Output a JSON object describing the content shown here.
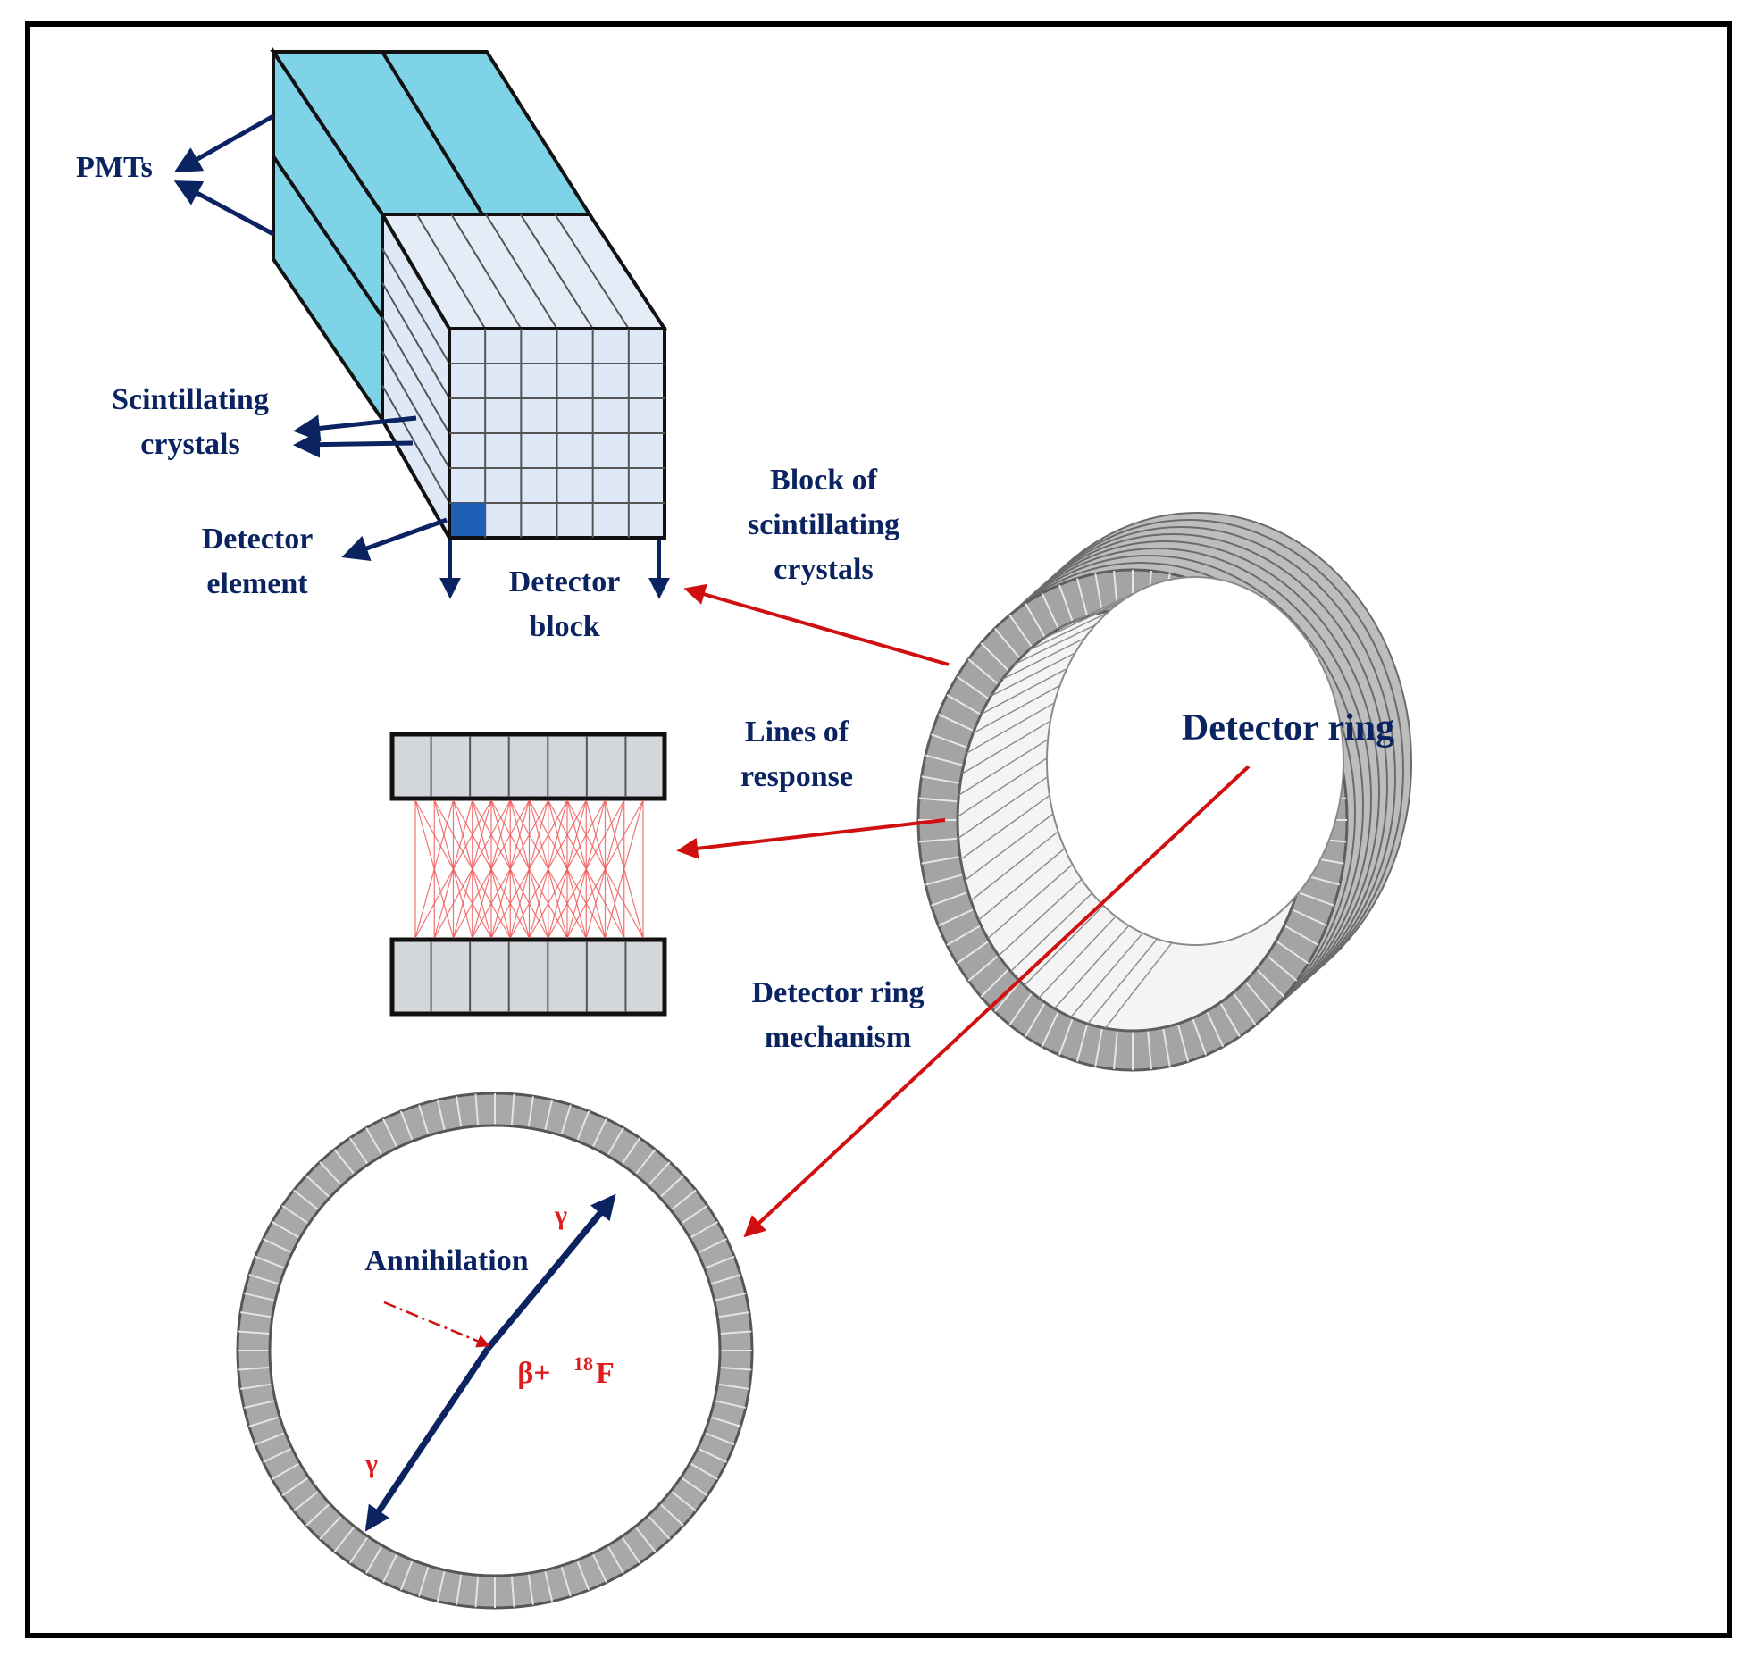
{
  "labels": {
    "pmts": "PMTs",
    "scint_1": "Scintillating",
    "scint_2": "crystals",
    "det_elem_1": "Detector",
    "det_elem_2": "element",
    "det_block_1": "Detector",
    "det_block_2": "block",
    "block_of_1": "Block of",
    "block_of_2": "scintillating",
    "block_of_3": "crystals",
    "lor_1": "Lines of",
    "lor_2": "response",
    "det_ring": "Detector ring",
    "mech_1": "Detector ring",
    "mech_2": "mechanism",
    "annihilation": "Annihilation",
    "gamma_top": "γ",
    "gamma_bottom": "γ",
    "beta": "β+",
    "isotope_mass": "18",
    "isotope_symbol": "F"
  },
  "colors": {
    "navy": "#0b2461",
    "red": "#d01010",
    "pmt_cyan": "#7fd3e6",
    "crystal_face": "#dfe8f7",
    "ring_gray": "#9a9a9a",
    "highlight_element": "#1f5fb5"
  }
}
